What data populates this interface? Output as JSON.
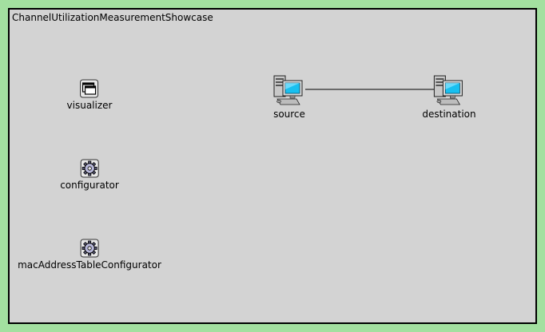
{
  "network": {
    "title": "ChannelUtilizationMeasurementShowcase",
    "nodes": {
      "visualizer": {
        "label": "visualizer",
        "icon": "visualizer-window-icon"
      },
      "configurator": {
        "label": "configurator",
        "icon": "gear-icon"
      },
      "macAddressTableConfigurator": {
        "label": "macAddressTableConfigurator",
        "icon": "gear-icon"
      },
      "source": {
        "label": "source",
        "icon": "workstation-computer-icon"
      },
      "destination": {
        "label": "destination",
        "icon": "workstation-computer-icon"
      }
    },
    "links": [
      {
        "from": "source",
        "to": "destination"
      }
    ],
    "colors": {
      "background": "#a3e0a0",
      "canvas": "#d3d3d3",
      "border": "#000000"
    }
  }
}
